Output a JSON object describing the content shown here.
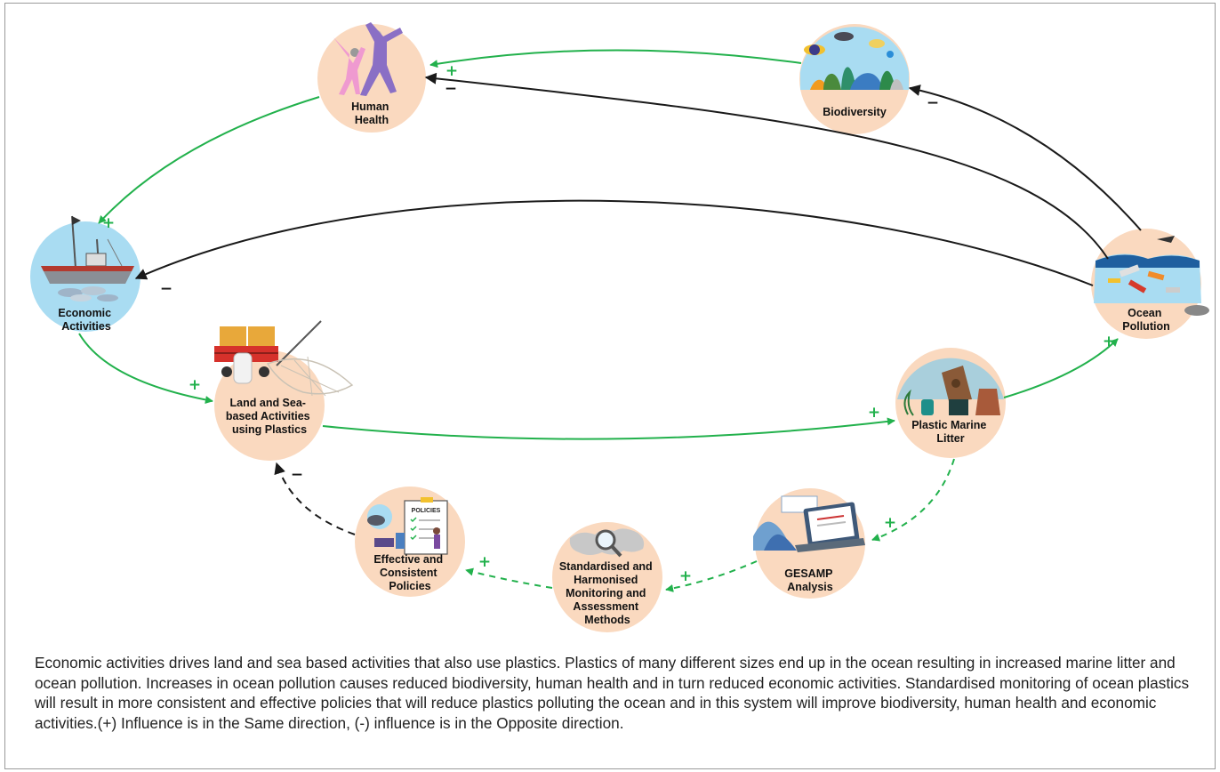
{
  "colors": {
    "node_fill": "#fad9bf",
    "node_fill_blue": "#a9dcf2",
    "positive": "#22b14c",
    "negative": "#1a1a1a"
  },
  "nodes": {
    "human_health": {
      "label": [
        "Human",
        "Health"
      ],
      "icon": "human-figures-icon"
    },
    "biodiversity": {
      "label": [
        "Biodiversity"
      ],
      "icon": "coral-reef-fish-icon"
    },
    "economic_activities": {
      "label": [
        "Economic",
        "Activities"
      ],
      "icon": "fishing-boat-icon"
    },
    "land_sea_activities": {
      "label": [
        "Land and Sea-",
        "based Activities",
        "using Plastics"
      ],
      "icon": "plastic-crates-net-icon"
    },
    "ocean_pollution": {
      "label": [
        "Ocean",
        "Pollution"
      ],
      "icon": "polluted-ocean-icon"
    },
    "plastic_marine_litter": {
      "label": [
        "Plastic Marine",
        "Litter"
      ],
      "icon": "marine-litter-icon"
    },
    "gesamp_analysis": {
      "label": [
        "GESAMP",
        "Analysis"
      ],
      "icon": "laptop-analysis-icon"
    },
    "standardised_monitoring": {
      "label": [
        "Standardised and",
        "Harmonised",
        "Monitoring and",
        "Assessment",
        "Methods"
      ],
      "icon": "world-map-magnifier-icon"
    },
    "effective_policies": {
      "label": [
        "Effective and",
        "Consistent",
        "Policies"
      ],
      "icon": "policies-document-icon"
    }
  },
  "policies_doc_heading": "POLICIES",
  "links": [
    {
      "id": "biodiversity-to-health",
      "sign": "+",
      "polarity": "positive",
      "style": "solid"
    },
    {
      "id": "pollution-to-health",
      "sign": "−",
      "polarity": "negative",
      "style": "solid"
    },
    {
      "id": "pollution-to-biodiversity",
      "sign": "−",
      "polarity": "negative",
      "style": "solid"
    },
    {
      "id": "health-to-economic",
      "sign": "+",
      "polarity": "positive",
      "style": "solid"
    },
    {
      "id": "pollution-to-economic",
      "sign": "−",
      "polarity": "negative",
      "style": "solid"
    },
    {
      "id": "economic-to-landsea",
      "sign": "+",
      "polarity": "positive",
      "style": "solid"
    },
    {
      "id": "landsea-to-litter",
      "sign": "+",
      "polarity": "positive",
      "style": "solid"
    },
    {
      "id": "litter-to-pollution",
      "sign": "+",
      "polarity": "positive",
      "style": "solid"
    },
    {
      "id": "litter-to-gesamp",
      "sign": "+",
      "polarity": "positive",
      "style": "dashed"
    },
    {
      "id": "gesamp-to-monitoring",
      "sign": "+",
      "polarity": "positive",
      "style": "dashed"
    },
    {
      "id": "monitoring-to-policies",
      "sign": "+",
      "polarity": "positive",
      "style": "dashed"
    },
    {
      "id": "policies-to-landsea",
      "sign": "−",
      "polarity": "negative",
      "style": "dashed"
    }
  ],
  "caption": "Economic activities drives land and sea based activities that also use plastics. Plastics of many different sizes end up in the ocean resulting in increased marine litter and ocean pollution. Increases in ocean pollution causes reduced biodiversity, human health and in turn reduced economic activities. Standardised monitoring of ocean plastics will result in more consistent and effective policies that will reduce plastics polluting the ocean and in this system will improve biodiversity, human health and economic activities.(+) Influence is in the Same direction, (-) influence is in the Opposite direction."
}
